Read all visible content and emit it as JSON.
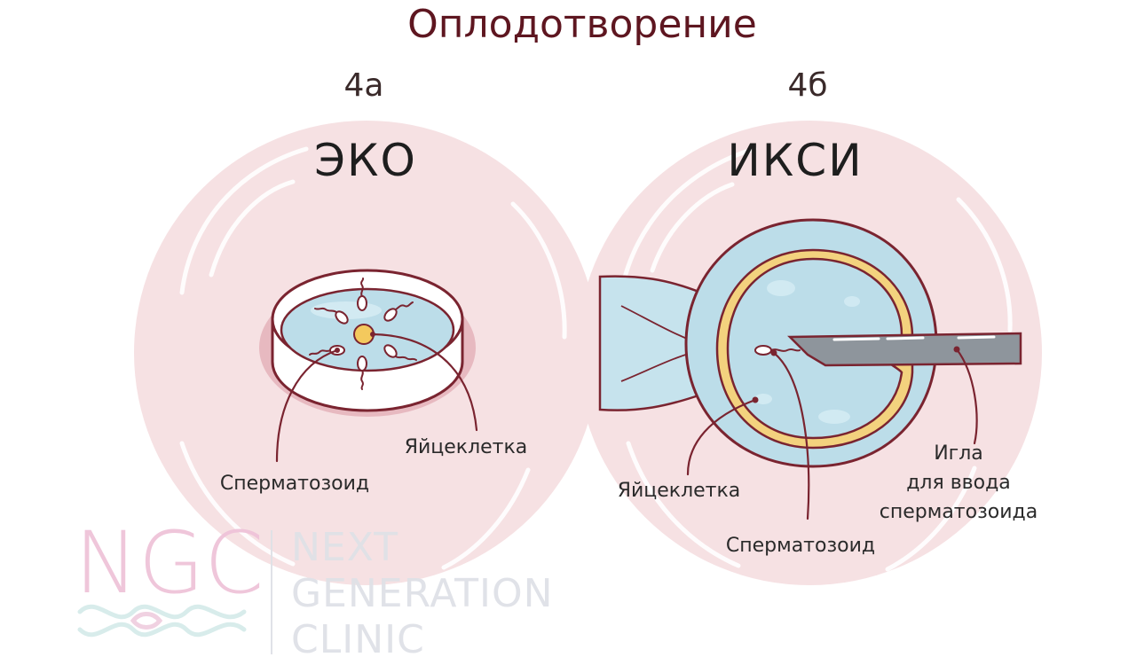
{
  "title": "Оплодотворение",
  "panels": [
    {
      "badge": "4а",
      "method": "ЭКО",
      "labels": {
        "egg": "Яйцеклетка",
        "sperm": "Сперматозоид"
      }
    },
    {
      "badge": "4б",
      "method": "ИКСИ",
      "labels": {
        "egg": "Яйцеклетка",
        "sperm": "Сперматозоид",
        "needle_line1": "Игла",
        "needle_line2": "для ввода",
        "needle_line3": "сперматозоида"
      }
    }
  ],
  "logo": {
    "mark": "NGC",
    "line1": "NEXT",
    "line2": "GENERATION",
    "line3": "CLINIC"
  },
  "colors": {
    "circle_bg": "#f6e1e3",
    "outline": "#7a2430",
    "cell_blue": "#bcdde9",
    "zona_yellow": "#f3d27e",
    "needle_gray": "#8e959c",
    "logo_pink": "#efc3d9",
    "logo_gray": "#dfe1e7"
  }
}
